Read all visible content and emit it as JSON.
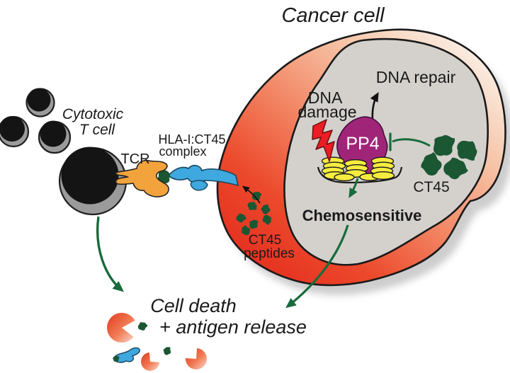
{
  "title": {
    "text": "Cancer cell"
  },
  "t_cell": {
    "label_line1": "Cytotoxic",
    "label_line2": "T cell"
  },
  "receptors": {
    "tcr_label": "TCR",
    "hla_label_line1": "HLA-I:CT45",
    "hla_label_line2": "complex"
  },
  "nucleus": {
    "dna_repair": "DNA repair",
    "dna_damage_line1": "DNA",
    "dna_damage_line2": "damage",
    "pp4": "PP4",
    "ct45": "CT45",
    "chemosensitive": "Chemosensitive"
  },
  "cytoplasm": {
    "ct45_peptides_line1": "CT45",
    "ct45_peptides_line2": "peptides"
  },
  "outcome": {
    "line1": "Cell death",
    "line2": "+ antigen release"
  },
  "colors": {
    "cell_red": "#E2251A",
    "membrane_light": "#FAEBDF",
    "nucleus_gray": "#D4D1CD",
    "pp4_purple": "#A02579",
    "histone_yellow": "#F5EC3F",
    "ct45_green": "#1B5733",
    "arrow_green": "#176B3C",
    "tcr_orange": "#F2A33C",
    "hla_blue": "#3FA8DF",
    "lightning_red": "#EC1C24",
    "peptides_text": "#7A1F14",
    "t_cell_gray": "#9B9B9B",
    "t_cell_black": "#141414",
    "outline_black": "#1A1A1A"
  }
}
